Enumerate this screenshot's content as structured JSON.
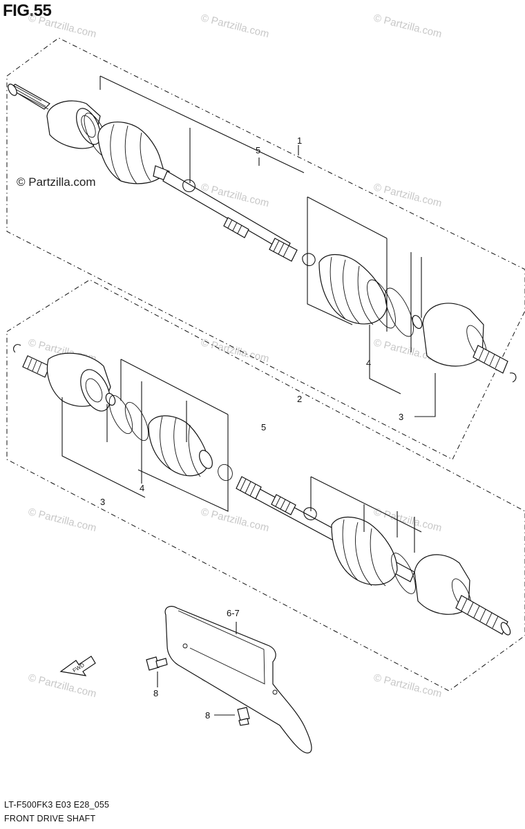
{
  "figure": {
    "title": "FIG.55",
    "watermark_main": "© Partzilla.com",
    "watermark_faint": "© Partzilla.com",
    "fwd_label": "FWD"
  },
  "callouts": {
    "c1": "1",
    "c2": "2",
    "c3a": "3",
    "c3b": "3",
    "c4a": "4",
    "c4b": "4",
    "c5a": "5",
    "c5b": "5",
    "c67": "6-7",
    "c8a": "8",
    "c8b": "8"
  },
  "footer": {
    "code": "LT-F500FK3 E03 E28_055",
    "name": "FRONT DRIVE SHAFT"
  }
}
